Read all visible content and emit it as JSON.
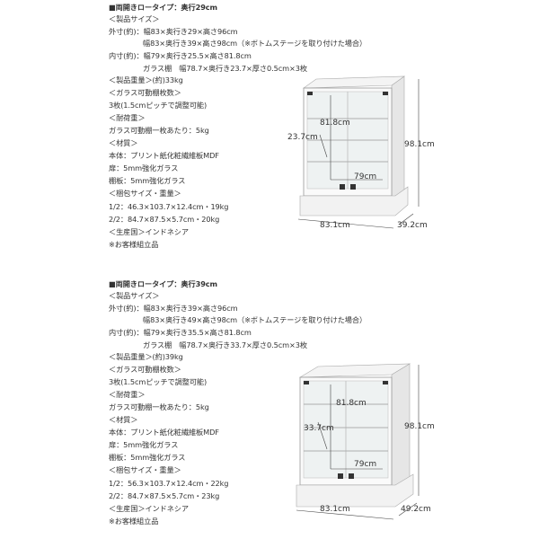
{
  "sections": [
    {
      "lines": [
        {
          "text": "■両開きロータイプ：奥行29cm",
          "indent": false,
          "bold": true
        },
        {
          "text": "＜製品サイズ＞",
          "indent": false
        },
        {
          "text": "外寸(約)：幅83×奥行き29×高さ96cm",
          "indent": false
        },
        {
          "text": "幅83×奥行き39×高さ98cm（※ボトムステージを取り付けた場合）",
          "indent": true
        },
        {
          "text": "内寸(約)：幅79×奥行き25.5×高さ81.8cm",
          "indent": false
        },
        {
          "text": "ガラス棚　幅78.7×奥行き23.7×厚さ0.5cm×3枚",
          "indent": true
        },
        {
          "text": "＜製品重量＞(約)33kg",
          "indent": false
        },
        {
          "text": "＜ガラス可動棚枚数＞",
          "indent": false
        },
        {
          "text": "3枚(1.5cmピッチで調整可能)",
          "indent": false
        },
        {
          "text": "＜耐荷重＞",
          "indent": false
        },
        {
          "text": "ガラス可動棚一枚あたり：5kg",
          "indent": false
        },
        {
          "text": "＜材質＞",
          "indent": false
        },
        {
          "text": "本体：プリント紙化粧繊維板MDF",
          "indent": false
        },
        {
          "text": "扉：5mm強化ガラス",
          "indent": false
        },
        {
          "text": "棚板：5mm強化ガラス",
          "indent": false
        },
        {
          "text": "＜梱包サイズ・重量＞",
          "indent": false
        },
        {
          "text": "1/2：46.3×103.7×12.4cm・19kg",
          "indent": false
        },
        {
          "text": "2/2：84.7×87.5×5.7cm・20kg",
          "indent": false
        },
        {
          "text": "＜生産国＞インドネシア",
          "indent": false
        },
        {
          "text": "※お客様組立品",
          "indent": false
        }
      ],
      "dims": {
        "inner_h": "81.8cm",
        "depth_inner": "23.7cm",
        "height": "98.1cm",
        "inner_w": "79cm",
        "width": "83.1cm",
        "depth": "39.2cm"
      }
    },
    {
      "lines": [
        {
          "text": "■両開きロータイプ：奥行39cm",
          "indent": false,
          "bold": true
        },
        {
          "text": "＜製品サイズ＞",
          "indent": false
        },
        {
          "text": "外寸(約)：幅83×奥行き39×高さ96cm",
          "indent": false
        },
        {
          "text": "幅83×奥行き49×高さ98cm（※ボトムステージを取り付けた場合）",
          "indent": true
        },
        {
          "text": "内寸(約)：幅79×奥行き35.5×高さ81.8cm",
          "indent": false
        },
        {
          "text": "ガラス棚　幅78.7×奥行き33.7×厚さ0.5cm×3枚",
          "indent": true
        },
        {
          "text": "＜製品重量＞(約)39kg",
          "indent": false
        },
        {
          "text": "＜ガラス可動棚枚数＞",
          "indent": false
        },
        {
          "text": "3枚(1.5cmピッチで調整可能)",
          "indent": false
        },
        {
          "text": "＜耐荷重＞",
          "indent": false
        },
        {
          "text": "ガラス可動棚一枚あたり：5kg",
          "indent": false
        },
        {
          "text": "＜材質＞",
          "indent": false
        },
        {
          "text": "本体：プリント紙化粧繊維板MDF",
          "indent": false
        },
        {
          "text": "扉：5mm強化ガラス",
          "indent": false
        },
        {
          "text": "棚板：5mm強化ガラス",
          "indent": false
        },
        {
          "text": "＜梱包サイズ・重量＞",
          "indent": false
        },
        {
          "text": "1/2：56.3×103.7×12.4cm・22kg",
          "indent": false
        },
        {
          "text": "2/2：84.7×87.5×5.7cm・23kg",
          "indent": false
        },
        {
          "text": "＜生産国＞インドネシア",
          "indent": false
        },
        {
          "text": "※お客様組立品",
          "indent": false
        }
      ],
      "dims": {
        "inner_h": "81.8cm",
        "depth_inner": "33.7cm",
        "height": "98.1cm",
        "inner_w": "79cm",
        "width": "83.1cm",
        "depth": "49.2cm"
      }
    }
  ]
}
